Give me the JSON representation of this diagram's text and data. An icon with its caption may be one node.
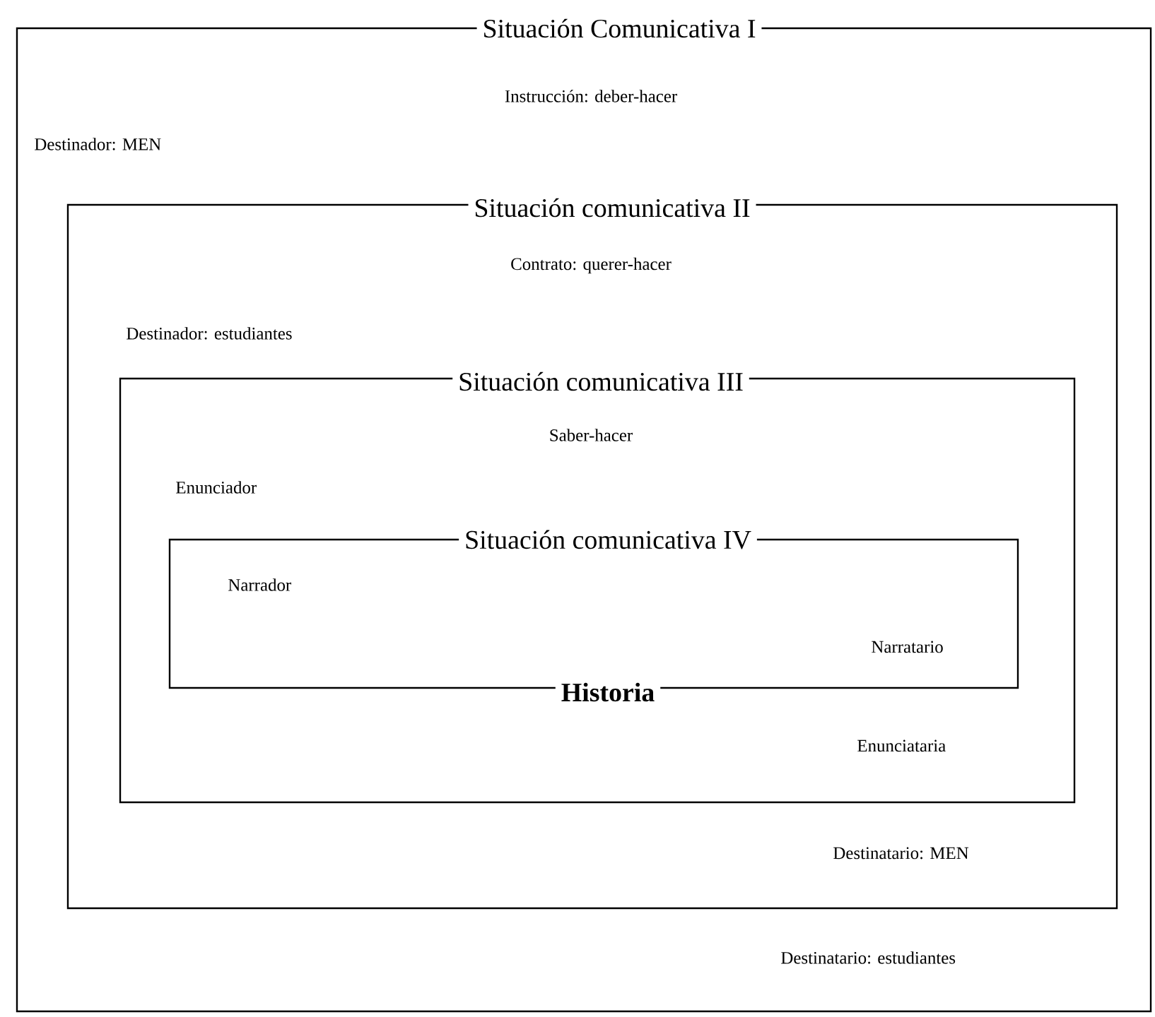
{
  "diagram": {
    "nodes": [
      {
        "text": [
          "Situación Comunicativa I",
          "Instrucción: deber-hacer",
          "Destinador: MEN",
          "Destinatario: estudiantes"
        ]
      },
      {
        "text": [
          "Situación comunicativa II",
          "Contrato: querer-hacer",
          "Destinador: estudiantes",
          "Destinatario: MEN"
        ],
        "in": 0
      },
      {
        "text": [
          "Situación comunicativa III",
          "Saber-hacer",
          "Enunciador",
          "Enunciataria"
        ],
        "in": 1
      },
      {
        "text": [
          "Situación comunicativa IV",
          "Narrador",
          "Narratario",
          "Historia"
        ],
        "in": 2
      }
    ]
  }
}
